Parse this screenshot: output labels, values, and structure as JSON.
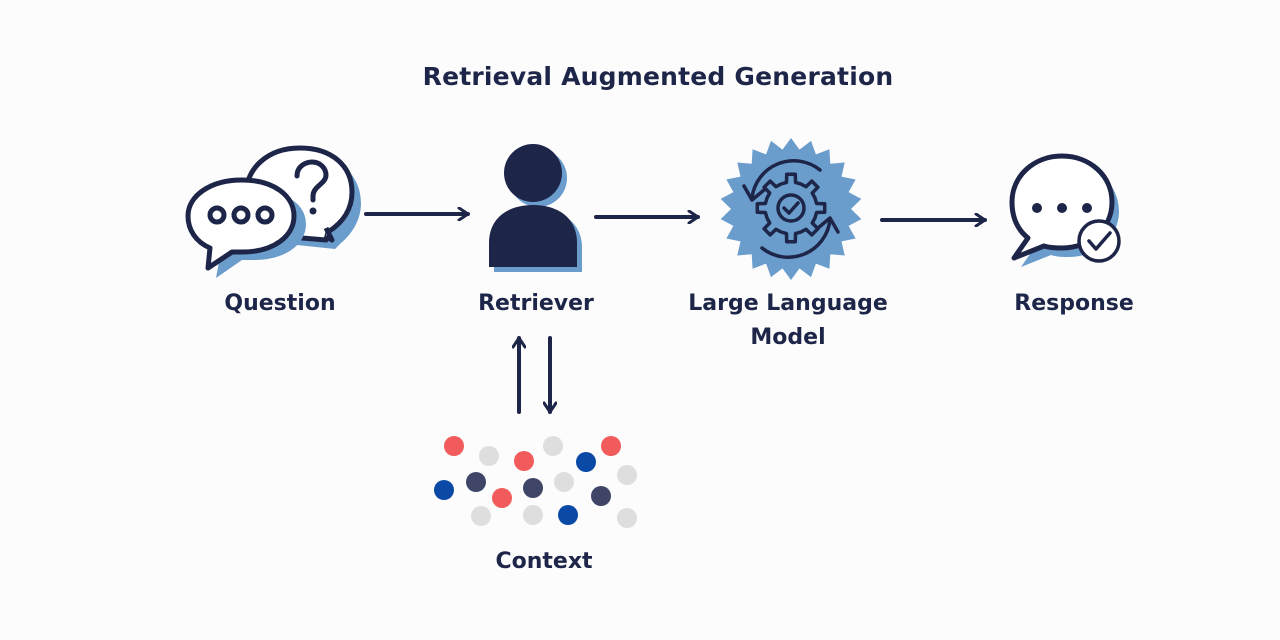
{
  "title": "Retrieval Augmented Generation",
  "nodes": {
    "question": {
      "label": "Question",
      "icon": "question-chat-icon"
    },
    "retriever": {
      "label": "Retriever",
      "icon": "person-icon"
    },
    "llm": {
      "label": "Large Language Model",
      "label_lines": [
        "Large Language",
        "Model"
      ],
      "icon": "gear-badge-icon"
    },
    "response": {
      "label": "Response",
      "icon": "response-chat-icon"
    },
    "context": {
      "label": "Context",
      "icon": "context-dots-icon"
    }
  },
  "edges": [
    {
      "from": "Question",
      "to": "Retriever"
    },
    {
      "from": "Retriever",
      "to": "Large Language Model"
    },
    {
      "from": "Large Language Model",
      "to": "Response"
    },
    {
      "from": "Context",
      "to": "Retriever"
    },
    {
      "from": "Retriever",
      "to": "Context"
    }
  ],
  "colors": {
    "navy": "#1d2548",
    "accent_blue": "#6a9ccc",
    "dot_red": "#f25b5b",
    "dot_blue": "#0a4aa6",
    "dot_gray": "#dedede",
    "dot_slate": "#3e4566"
  }
}
